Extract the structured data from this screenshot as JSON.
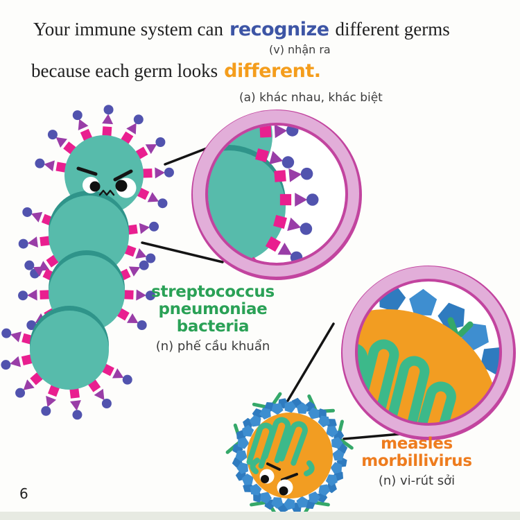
{
  "page": {
    "number": "6"
  },
  "headline": {
    "line1_prefix": "Your immune system can",
    "keyword1": "recognize",
    "keyword1_translation": "(v) nhận ra",
    "line1_suffix": "different germs",
    "line2_prefix": "because each germ looks",
    "keyword2": "different.",
    "keyword2_translation": "(a) khác nhau, khác biệt"
  },
  "labels": {
    "bacteria": {
      "line1": "streptococcus",
      "line2": "pneumoniae",
      "line3": "bacteria",
      "translation": "(n) phế cầu khuẩn"
    },
    "virus": {
      "line1": "measles",
      "line2": "morbillivirus",
      "translation": "(n) vi-rút sởi"
    }
  },
  "colors": {
    "keyword1": "#3d55a5",
    "keyword2": "#f49d1c",
    "bacteria_label": "#2aa156",
    "virus_label": "#ee7c1e",
    "bacteria_body": "#57bbab",
    "bacteria_body_shadow": "#2f948a",
    "spike_square": "#e91f8f",
    "spike_triangle": "#993da7",
    "spike_circle": "#5153ae",
    "magnifier_ring": "#e2aed9",
    "magnifier_ring_edge": "#c2449f",
    "virus_body": "#f29d22",
    "virus_coil": "#3cb98a",
    "virus_pentagon": "#3e8ed0",
    "virus_pentagon_dark": "#2f7bbf",
    "virus_spike_v": "#35a869",
    "connector_line": "#141414",
    "text": "#1f1f1f",
    "translation_text": "#3c3c3c"
  }
}
